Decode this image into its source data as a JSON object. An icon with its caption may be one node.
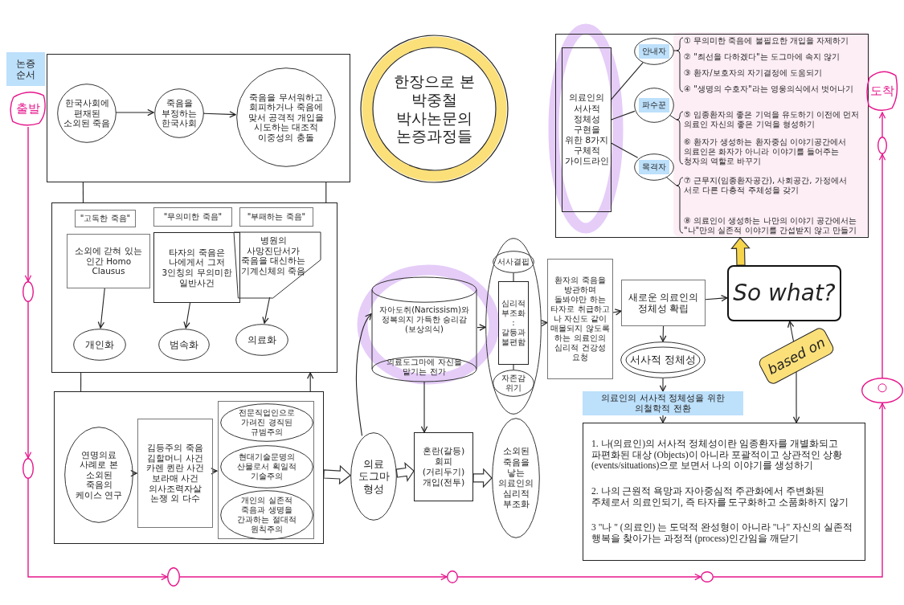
{
  "diagram": {
    "nodes": [
      {
        "text": [
          "논증 순서"
        ]
      },
      {
        "text": [
          "출발"
        ]
      },
      {
        "text": [],
        "shape": "box"
      },
      {
        "text": [
          "한국사회에 편재된 소외된 죽음"
        ],
        "in": 2
      },
      {
        "text": [
          "죽음을 부정하는 한국사회"
        ],
        "in": 2
      },
      {
        "text": [
          "죽음을 무서워하고 회피하거나 죽음에 맞서 공격적 개입을 시도하는 대조적 이중성의 충돌"
        ],
        "in": 2
      },
      {
        "text": [
          "한장으로 본 박중철 박사논문의 논증과정들"
        ]
      },
      {
        "text": [],
        "shape": "box"
      },
      {
        "text": [
          "의료인의 서사적 정체성 구현을 위한 8가지 구체적 가이드라인"
        ],
        "in": 7
      },
      {
        "text": [
          "안내자"
        ],
        "in": 7
      },
      {
        "text": [
          "파수꾼"
        ],
        "in": 7
      },
      {
        "text": [
          "목격자"
        ],
        "in": 7
      },
      {
        "text": [
          "① 무의미한 죽음에 불필요한 개입을 자제하기",
          "② \"최선을 다하겠다\"는 도그마에 속지 않기",
          "③ 환자/보호자의 자기결정에 도움되기",
          "④ \"생명의 수호자\"라는 영웅의식에서 벗어나기"
        ],
        "in": 7
      },
      {
        "text": [
          "⑤ 임종환자의 좋은 기억을 유도하기 이전에 먼저 의료인 자신의 좋은 기억을 형성하기",
          "⑥ 환자가 생성하는 환자중심 이야기공간에서 의료인은 화자가 아니라 이야기를 들어주는 청자의 역할로 바꾸기"
        ],
        "in": 7
      },
      {
        "text": [
          "⑦ 근무지(임종환자공간), 사회공간, 가정에서 서로 다른 다층적 주체성을 갖기",
          "⑧ 의료인이 생성하는 나만의 이야기 공간에서는 \"나\"만의 실존적 이야기를 간섭받지 않고 만들기"
        ],
        "in": 7
      },
      {
        "text": [
          "도착"
        ]
      },
      {
        "text": [],
        "shape": "box"
      },
      {
        "text": [
          "\"고독한 죽음\""
        ],
        "in": 16
      },
      {
        "text": [
          "\"무의미한 죽음\""
        ],
        "in": 16
      },
      {
        "text": [
          "\"부패하는 죽음\""
        ],
        "in": 16
      },
      {
        "text": [
          "소외에 갇혀 있는 인간 Homo Clausus"
        ],
        "in": 16
      },
      {
        "text": [
          "타자의 죽음은 나에게서 그저 3인칭의 무의미한 일반사건"
        ],
        "in": 16
      },
      {
        "text": [
          "병원의 사망진단서가 죽음을 대신하는 기계신체의 죽음"
        ],
        "in": 16
      },
      {
        "text": [
          "개인화"
        ],
        "in": 16
      },
      {
        "text": [
          "범속화"
        ],
        "in": 16
      },
      {
        "text": [
          "의료화"
        ],
        "in": 16
      },
      {
        "text": [],
        "shape": "box"
      },
      {
        "text": [
          "연명의료 사례로 본 소외된 죽음의 케이스 연구"
        ],
        "in": 26
      },
      {
        "text": [
          "김등주의 죽음 김할머니 사건 카렌 퀸란 사건 보라매 사건 의사조력자살 논쟁 외 다수"
        ],
        "in": 26
      },
      {
        "text": [],
        "shape": "box",
        "in": 26
      },
      {
        "text": [
          "전문직업인으로 가려진 경직된 규범주의"
        ],
        "in": 29
      },
      {
        "text": [
          "현대기술문명의 산물로서 획일적 기술주의"
        ],
        "in": 29
      },
      {
        "text": [
          "개인의 실존적 죽음과 생명을 간과하는 절대적 원칙주의"
        ],
        "in": 29
      },
      {
        "text": [
          "자아도취(Narcissism)와 정복의지 가득한 승리감(보상의식)",
          "의료도그마에 자신을 맡기는 전가"
        ]
      },
      {
        "text": [],
        "shape": "ellipse"
      },
      {
        "text": [
          "서사결핍"
        ],
        "in": 34
      },
      {
        "text": [
          "심리적 부조화 : 갈등과 불편함"
        ],
        "in": 34
      },
      {
        "text": [
          "자존감 위기"
        ],
        "in": 34
      },
      {
        "text": [
          "환자의 죽음을 방관하며 돌봐야만 하는 타자로 취급하고 나 자신도 같이 매몰되지 않도록 하는 의료인의 심리적 건강성 요청"
        ]
      },
      {
        "text": [
          "새로운 의료인의 정체성 확립"
        ]
      },
      {
        "text": [
          "So what?"
        ]
      },
      {
        "text": [
          "based on"
        ]
      },
      {
        "text": [
          "서사적 정체성"
        ]
      },
      {
        "text": [
          "의료 도그마 형성"
        ]
      },
      {
        "text": [
          "혼란(갈등) 회피(거리두기) 개입(전투)"
        ]
      },
      {
        "text": [
          "소외된 죽음을 낳는 의료인의 심리적 부조화"
        ]
      },
      {
        "text": [
          "의료인의 서사적 정체성을 위한 의철학적 전환"
        ]
      },
      {
        "text": [
          "1. 나(의료인)의 서사적 정체성이란 임종환자를 개별화되고 파편화된 대상 (Objects)이 아니라 포괄적이고 상관적인 상황(events/situations)으로 보면서 나의 이야기를 생성하기",
          "2. 나의 근원적 욕망과 자아중심적 주관화에서 주변화된 주체로서 의료인되기, 즉 타자를 도구화하고 소품화하지 않기",
          "3 \"나 \" (의료인) 는 도덕적 완성형이 아니라 \"나\" 자신의 실존적 행복을 찾아가는 과정적 (process)인간임을 깨닫기"
        ]
      },
      {
        "text": [],
        "shape": "circle"
      },
      {
        "text": [],
        "shape": "circle"
      },
      {
        "text": [],
        "shape": "circle"
      },
      {
        "text": [],
        "shape": "circle"
      },
      {
        "text": [],
        "shape": "circle"
      },
      {
        "text": [],
        "shape": "circle"
      },
      {
        "text": [],
        "shape": "circle"
      }
    ],
    "edges": [
      {
        "from": 3,
        "to": 4,
        "arrow": "to"
      },
      {
        "from": 4,
        "to": 5,
        "arrow": "to"
      },
      {
        "from": 2,
        "to": 16,
        "arrow": "none"
      },
      {
        "from": 2,
        "to": 16,
        "arrow": "none"
      },
      {
        "from": 26,
        "to": 16,
        "arrow": "none"
      },
      {
        "from": 26,
        "to": 16,
        "arrow": "to"
      },
      {
        "from": 20,
        "to": 23,
        "arrow": "to"
      },
      {
        "from": 21,
        "to": 24,
        "arrow": "to"
      },
      {
        "from": 22,
        "to": 25,
        "arrow": "to"
      },
      {
        "from": 27,
        "to": 28,
        "arrow": "to"
      },
      {
        "from": 28,
        "to": 29,
        "arrow": "to"
      },
      {
        "from": 26,
        "to": 43,
        "arrow": "to",
        "style": "thick"
      },
      {
        "from": 43,
        "to": 44,
        "arrow": "to",
        "style": "thick"
      },
      {
        "from": 44,
        "to": 45,
        "arrow": "to",
        "style": "thick"
      },
      {
        "from": 43,
        "to": 33,
        "arrow": "to"
      },
      {
        "from": 33,
        "to": 44,
        "arrow": "to"
      },
      {
        "from": 33,
        "to": 34,
        "arrow": "to"
      },
      {
        "from": 35,
        "to": 36,
        "arrow": "none"
      },
      {
        "from": 36,
        "to": 37,
        "arrow": "none"
      },
      {
        "from": 34,
        "to": 38,
        "arrow": "to"
      },
      {
        "from": 38,
        "to": 39,
        "arrow": "to"
      },
      {
        "from": 39,
        "to": 40,
        "arrow": "to"
      },
      {
        "from": 39,
        "to": 42,
        "arrow": "to"
      },
      {
        "from": 42,
        "to": 46,
        "arrow": "to"
      },
      {
        "from": 46,
        "to": 47,
        "arrow": "to"
      },
      {
        "from": 41,
        "to": 40,
        "arrow": "to"
      },
      {
        "from": 41,
        "to": 47,
        "arrow": "to"
      },
      {
        "from": 40,
        "to": 7,
        "arrow": "to",
        "style": "thick",
        "color": "#f7d54a"
      },
      {
        "from": 8,
        "to": 9,
        "arrow": "none"
      },
      {
        "from": 8,
        "to": 10,
        "arrow": "none"
      },
      {
        "from": 8,
        "to": 11,
        "arrow": "none"
      },
      {
        "from": 9,
        "to": 12,
        "arrow": "none"
      },
      {
        "from": 10,
        "to": 13,
        "arrow": "none"
      },
      {
        "from": 11,
        "to": 14,
        "arrow": "none"
      },
      {
        "from": 1,
        "to": 48,
        "arrow": "to",
        "color": "#e6168c"
      },
      {
        "from": 48,
        "to": 49,
        "arrow": "to",
        "color": "#e6168c"
      },
      {
        "from": 49,
        "to": 50,
        "arrow": "to",
        "color": "#e6168c"
      },
      {
        "from": 50,
        "to": 51,
        "arrow": "to",
        "color": "#e6168c"
      },
      {
        "from": 51,
        "to": 52,
        "arrow": "to",
        "color": "#e6168c"
      },
      {
        "from": 52,
        "to": 53,
        "arrow": "to",
        "color": "#e6168c"
      },
      {
        "from": 53,
        "to": 54,
        "arrow": "to",
        "color": "#e6168c"
      },
      {
        "from": 54,
        "to": 15,
        "arrow": "to",
        "color": "#e6168c"
      }
    ]
  }
}
